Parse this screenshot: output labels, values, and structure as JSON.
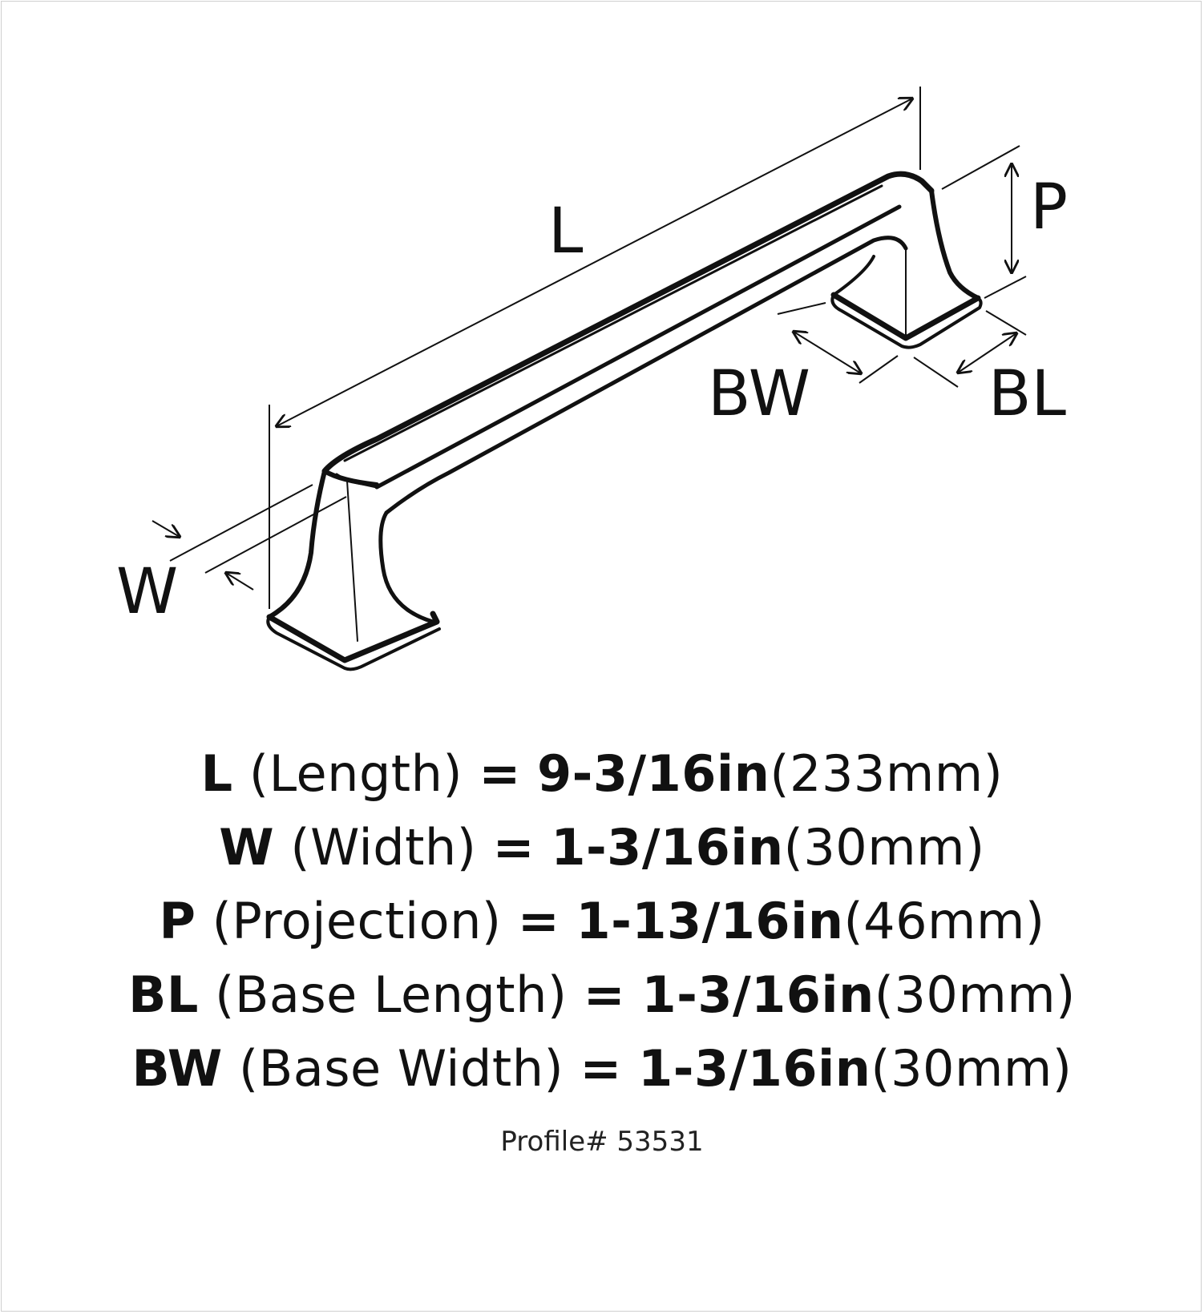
{
  "diagram": {
    "labels": {
      "length": "L",
      "width": "W",
      "projection": "P",
      "base_width": "BW",
      "base_length": "BL"
    }
  },
  "specs": [
    {
      "abbr": "L",
      "name": "(Length)",
      "eq": "=",
      "imperial": "9-3/16in",
      "metric": "(233mm)"
    },
    {
      "abbr": "W",
      "name": "(Width)",
      "eq": "=",
      "imperial": "1-3/16in",
      "metric": "(30mm)"
    },
    {
      "abbr": "P",
      "name": "(Projection)",
      "eq": "=",
      "imperial": "1-13/16in",
      "metric": "(46mm)"
    },
    {
      "abbr": "BL",
      "name": "(Base Length)",
      "eq": "=",
      "imperial": "1-3/16in",
      "metric": "(30mm)"
    },
    {
      "abbr": "BW",
      "name": "(Base Width)",
      "eq": "=",
      "imperial": "1-3/16in",
      "metric": "(30mm)"
    }
  ],
  "profile": "Profile# 53531",
  "colors": {
    "line": "#111111",
    "background": "#ffffff"
  }
}
